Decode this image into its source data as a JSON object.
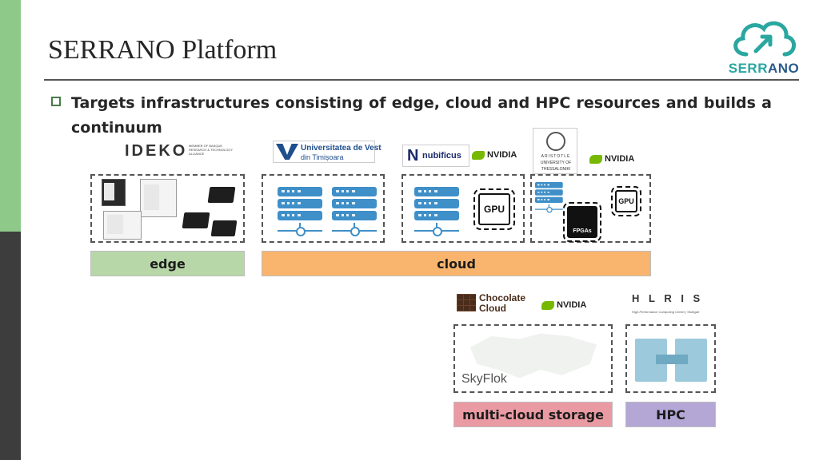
{
  "slide": {
    "title": "SERRANO Platform",
    "bullet": "Targets infrastructures consisting of edge, cloud and HPC resources and builds a continuum"
  },
  "logo": {
    "text_a": "SERR",
    "text_b": "ANO"
  },
  "partners": {
    "ideko": "IDEKO",
    "ideko_sub": "MEMBER OF BASQUE RESEARCH & TECHNOLOGY ALLIANCE",
    "uvt_1": "Universitatea de Vest",
    "uvt_2": "din Timișoara",
    "nubificus": "nubificus",
    "nvidia": "NVIDIA",
    "auth_1": "ARISTOTLE",
    "auth_2": "UNIVERSITY OF",
    "auth_3": "THESSALONIKI",
    "chocolate_1": "Chocolate",
    "chocolate_2": "Cloud",
    "hlrs": "H L R I S",
    "hlrs_sub": "High-Performance Computing Center | Stuttgart"
  },
  "chips": {
    "gpu": "GPU",
    "fpga": "FPGAs"
  },
  "storage_brand": "SkyFlok",
  "bars": {
    "edge": "edge",
    "cloud": "cloud",
    "storage": "multi-cloud storage",
    "hpc": "HPC"
  },
  "colors": {
    "edge": "#b7d7a8",
    "cloud": "#f9b46d",
    "storage": "#ea9aa3",
    "hpc": "#b4a7d6",
    "accent": "#2aa7a0",
    "nvidia": "#76b900",
    "server": "#3f8fc8"
  }
}
